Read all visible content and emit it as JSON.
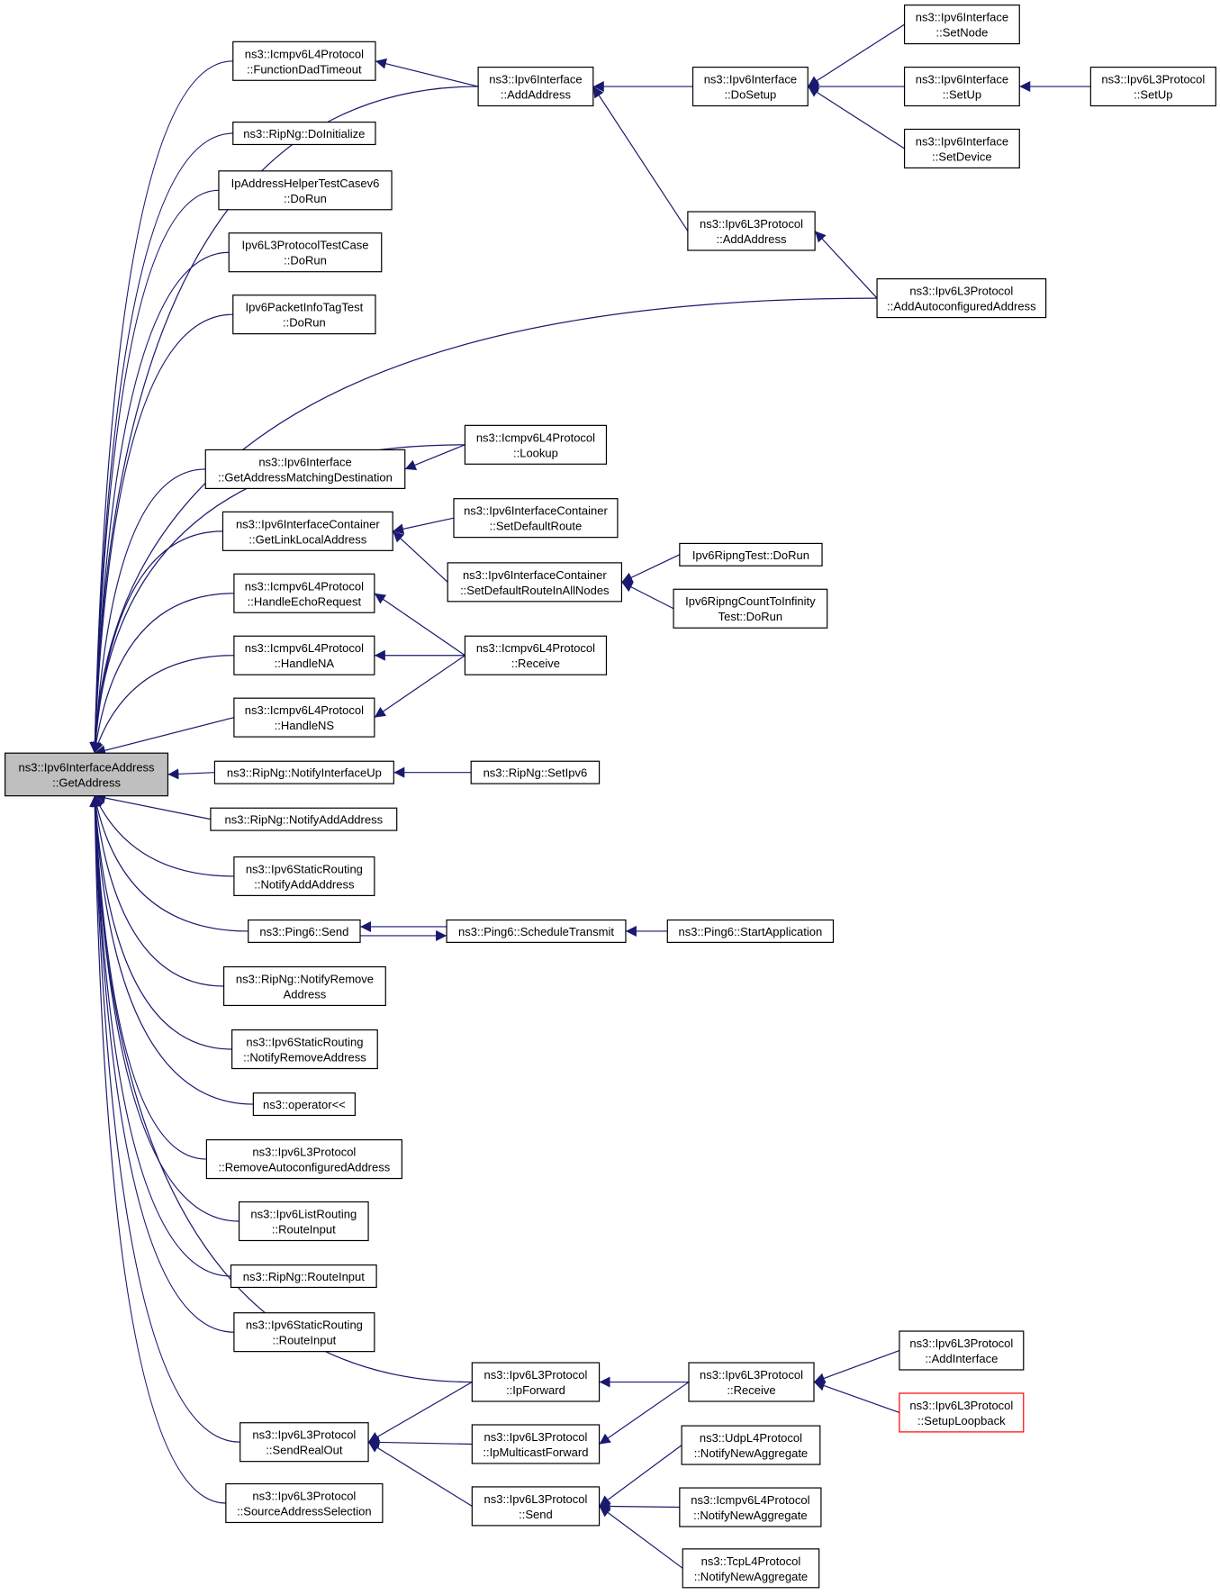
{
  "graph": {
    "edge_color": "#191970",
    "root_fill": "#bfbfbf",
    "highlight_border": "#ff0000",
    "nodes": [
      {
        "id": "root",
        "lines": [
          "ns3::Ipv6InterfaceAddress",
          "::GetAddress"
        ]
      },
      {
        "id": "n_fdt",
        "lines": [
          "ns3::Icmpv6L4Protocol",
          "::FunctionDadTimeout"
        ]
      },
      {
        "id": "n_ripinit",
        "lines": [
          "ns3::RipNg::DoInitialize"
        ]
      },
      {
        "id": "n_iahtc",
        "lines": [
          "IpAddressHelperTestCasev6",
          "::DoRun"
        ]
      },
      {
        "id": "n_ipv6l3tc",
        "lines": [
          "Ipv6L3ProtocolTestCase",
          "::DoRun"
        ]
      },
      {
        "id": "n_pitt",
        "lines": [
          "Ipv6PacketInfoTagTest",
          "::DoRun"
        ]
      },
      {
        "id": "n_gamd",
        "lines": [
          "ns3::Ipv6Interface",
          "::GetAddressMatchingDestination"
        ]
      },
      {
        "id": "n_gll",
        "lines": [
          "ns3::Ipv6InterfaceContainer",
          "::GetLinkLocalAddress"
        ]
      },
      {
        "id": "n_her",
        "lines": [
          "ns3::Icmpv6L4Protocol",
          "::HandleEchoRequest"
        ]
      },
      {
        "id": "n_hna",
        "lines": [
          "ns3::Icmpv6L4Protocol",
          "::HandleNA"
        ]
      },
      {
        "id": "n_hns",
        "lines": [
          "ns3::Icmpv6L4Protocol",
          "::HandleNS"
        ]
      },
      {
        "id": "n_niu",
        "lines": [
          "ns3::RipNg::NotifyInterfaceUp"
        ]
      },
      {
        "id": "n_naa_rip",
        "lines": [
          "ns3::RipNg::NotifyAddAddress"
        ]
      },
      {
        "id": "n_naa_sr",
        "lines": [
          "ns3::Ipv6StaticRouting",
          "::NotifyAddAddress"
        ]
      },
      {
        "id": "n_psend",
        "lines": [
          "ns3::Ping6::Send"
        ]
      },
      {
        "id": "n_nra_rip",
        "lines": [
          "ns3::RipNg::NotifyRemove",
          "Address"
        ]
      },
      {
        "id": "n_nra_sr",
        "lines": [
          "ns3::Ipv6StaticRouting",
          "::NotifyRemoveAddress"
        ]
      },
      {
        "id": "n_op",
        "lines": [
          "ns3::operator<<"
        ]
      },
      {
        "id": "n_raa",
        "lines": [
          "ns3::Ipv6L3Protocol",
          "::RemoveAutoconfiguredAddress"
        ]
      },
      {
        "id": "n_lri",
        "lines": [
          "ns3::Ipv6ListRouting",
          "::RouteInput"
        ]
      },
      {
        "id": "n_rri",
        "lines": [
          "ns3::RipNg::RouteInput"
        ]
      },
      {
        "id": "n_sri",
        "lines": [
          "ns3::Ipv6StaticRouting",
          "::RouteInput"
        ]
      },
      {
        "id": "n_sro",
        "lines": [
          "ns3::Ipv6L3Protocol",
          "::SendRealOut"
        ]
      },
      {
        "id": "n_sas",
        "lines": [
          "ns3::Ipv6L3Protocol",
          "::SourceAddressSelection"
        ]
      },
      {
        "id": "n_iaa",
        "lines": [
          "ns3::Ipv6Interface",
          "::AddAddress"
        ]
      },
      {
        "id": "n_lookup",
        "lines": [
          "ns3::Icmpv6L4Protocol",
          "::Lookup"
        ]
      },
      {
        "id": "n_sdr",
        "lines": [
          "ns3::Ipv6InterfaceContainer",
          "::SetDefaultRoute"
        ]
      },
      {
        "id": "n_sdran",
        "lines": [
          "ns3::Ipv6InterfaceContainer",
          "::SetDefaultRouteInAllNodes"
        ]
      },
      {
        "id": "n_irecv",
        "lines": [
          "ns3::Icmpv6L4Protocol",
          "::Receive"
        ]
      },
      {
        "id": "n_setipv6",
        "lines": [
          "ns3::RipNg::SetIpv6"
        ]
      },
      {
        "id": "n_sched",
        "lines": [
          "ns3::Ping6::ScheduleTransmit"
        ]
      },
      {
        "id": "n_ipfwd",
        "lines": [
          "ns3::Ipv6L3Protocol",
          "::IpForward"
        ]
      },
      {
        "id": "n_ipmfwd",
        "lines": [
          "ns3::Ipv6L3Protocol",
          "::IpMulticastForward"
        ]
      },
      {
        "id": "n_l3send",
        "lines": [
          "ns3::Ipv6L3Protocol",
          "::Send"
        ]
      },
      {
        "id": "n_dosetup",
        "lines": [
          "ns3::Ipv6Interface",
          "::DoSetup"
        ]
      },
      {
        "id": "n_l3aa",
        "lines": [
          "ns3::Ipv6L3Protocol",
          "::AddAddress"
        ]
      },
      {
        "id": "n_rngtest",
        "lines": [
          "Ipv6RipngTest::DoRun"
        ]
      },
      {
        "id": "n_rngcti",
        "lines": [
          "Ipv6RipngCountToInfinity",
          "Test::DoRun"
        ]
      },
      {
        "id": "n_startapp",
        "lines": [
          "ns3::Ping6::StartApplication"
        ]
      },
      {
        "id": "n_l3recv",
        "lines": [
          "ns3::Ipv6L3Protocol",
          "::Receive"
        ]
      },
      {
        "id": "n_udpnna",
        "lines": [
          "ns3::UdpL4Protocol",
          "::NotifyNewAggregate"
        ]
      },
      {
        "id": "n_icmpnna",
        "lines": [
          "ns3::Icmpv6L4Protocol",
          "::NotifyNewAggregate"
        ]
      },
      {
        "id": "n_tcpnna",
        "lines": [
          "ns3::TcpL4Protocol",
          "::NotifyNewAggregate"
        ]
      },
      {
        "id": "n_setnode",
        "lines": [
          "ns3::Ipv6Interface",
          "::SetNode"
        ]
      },
      {
        "id": "n_setup",
        "lines": [
          "ns3::Ipv6Interface",
          "::SetUp"
        ]
      },
      {
        "id": "n_setdevice",
        "lines": [
          "ns3::Ipv6Interface",
          "::SetDevice"
        ]
      },
      {
        "id": "n_aac",
        "lines": [
          "ns3::Ipv6L3Protocol",
          "::AddAutoconfiguredAddress"
        ]
      },
      {
        "id": "n_addif",
        "lines": [
          "ns3::Ipv6L3Protocol",
          "::AddInterface"
        ]
      },
      {
        "id": "n_slb",
        "lines": [
          "ns3::Ipv6L3Protocol",
          "::SetupLoopback"
        ]
      },
      {
        "id": "n_l3setup",
        "lines": [
          "ns3::Ipv6L3Protocol",
          "::SetUp"
        ]
      }
    ],
    "edges": [
      [
        "n_fdt",
        "root"
      ],
      [
        "n_ripinit",
        "root"
      ],
      [
        "n_iahtc",
        "root"
      ],
      [
        "n_ipv6l3tc",
        "root"
      ],
      [
        "n_pitt",
        "root"
      ],
      [
        "n_gamd",
        "root"
      ],
      [
        "n_gll",
        "root"
      ],
      [
        "n_her",
        "root"
      ],
      [
        "n_hna",
        "root"
      ],
      [
        "n_hns",
        "root"
      ],
      [
        "n_niu",
        "root"
      ],
      [
        "n_naa_rip",
        "root"
      ],
      [
        "n_naa_sr",
        "root"
      ],
      [
        "n_psend",
        "root"
      ],
      [
        "n_nra_rip",
        "root"
      ],
      [
        "n_nra_sr",
        "root"
      ],
      [
        "n_op",
        "root"
      ],
      [
        "n_raa",
        "root"
      ],
      [
        "n_lri",
        "root"
      ],
      [
        "n_rri",
        "root"
      ],
      [
        "n_sri",
        "root"
      ],
      [
        "n_sro",
        "root"
      ],
      [
        "n_sas",
        "root"
      ],
      [
        "n_iaa",
        "root"
      ],
      [
        "n_aac",
        "root"
      ],
      [
        "n_lookup",
        "root"
      ],
      [
        "n_ipfwd",
        "root"
      ],
      [
        "n_iaa",
        "n_fdt"
      ],
      [
        "n_lookup",
        "n_gamd"
      ],
      [
        "n_sdr",
        "n_gll"
      ],
      [
        "n_sdran",
        "n_gll"
      ],
      [
        "n_irecv",
        "n_her"
      ],
      [
        "n_irecv",
        "n_hna"
      ],
      [
        "n_irecv",
        "n_hns"
      ],
      [
        "n_setipv6",
        "n_niu"
      ],
      [
        "n_sched",
        "n_psend"
      ],
      [
        "n_psend",
        "n_sched"
      ],
      [
        "n_ipfwd",
        "n_sro"
      ],
      [
        "n_ipmfwd",
        "n_sro"
      ],
      [
        "n_l3send",
        "n_sro"
      ],
      [
        "n_dosetup",
        "n_iaa"
      ],
      [
        "n_l3aa",
        "n_iaa"
      ],
      [
        "n_rngtest",
        "n_sdran"
      ],
      [
        "n_rngcti",
        "n_sdran"
      ],
      [
        "n_startapp",
        "n_sched"
      ],
      [
        "n_l3recv",
        "n_ipfwd"
      ],
      [
        "n_l3recv",
        "n_ipmfwd"
      ],
      [
        "n_udpnna",
        "n_l3send"
      ],
      [
        "n_icmpnna",
        "n_l3send"
      ],
      [
        "n_tcpnna",
        "n_l3send"
      ],
      [
        "n_setnode",
        "n_dosetup"
      ],
      [
        "n_setup",
        "n_dosetup"
      ],
      [
        "n_setdevice",
        "n_dosetup"
      ],
      [
        "n_aac",
        "n_l3aa"
      ],
      [
        "n_addif",
        "n_l3recv"
      ],
      [
        "n_slb",
        "n_l3recv"
      ],
      [
        "n_l3setup",
        "n_setup"
      ]
    ]
  }
}
